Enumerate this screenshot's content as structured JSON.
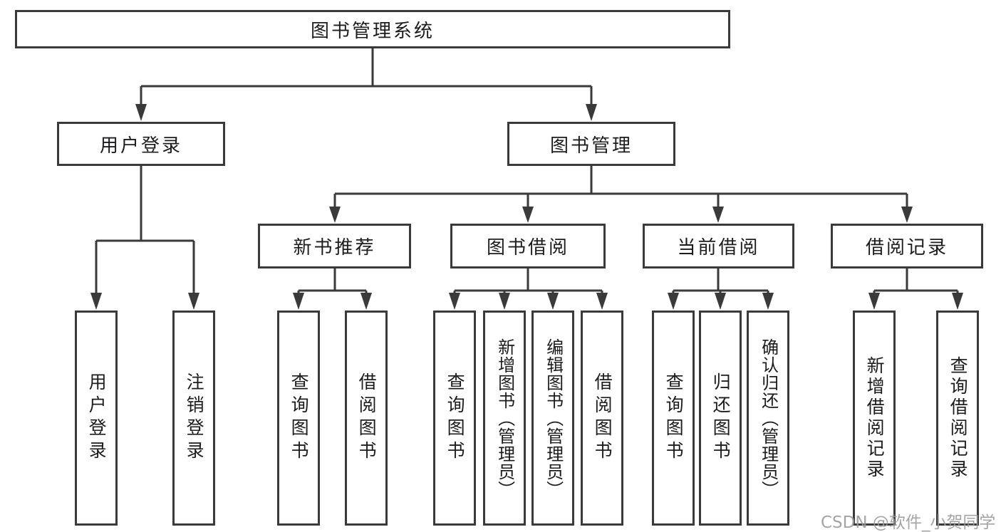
{
  "diagram": {
    "root": "图书管理系统",
    "level2": [
      "用户登录",
      "图书管理"
    ],
    "level3": [
      "新书推荐",
      "图书借阅",
      "当前借阅",
      "借阅记录"
    ],
    "leaves": {
      "user_login": [
        "用户登录",
        "注销登录"
      ],
      "new_book": [
        "查询图书",
        "借阅图书"
      ],
      "book_borrow": [
        "查询图书",
        "新增图书（管理员）",
        "编辑图书（管理员）",
        "借阅图书"
      ],
      "current_borrow": [
        "查询图书",
        "归还图书",
        "确认归还（管理员）"
      ],
      "borrow_record": [
        "新增借阅记录",
        "查询借阅记录"
      ]
    },
    "structure_note": "root→level2; 图书管理→level3; each level3 node→its leaf group",
    "colors": {
      "line": "#3a3a3a",
      "box_border": "#3a3a3a",
      "background": "#ffffff",
      "text": "#1c1c1e",
      "watermark": "#9b9b9b"
    }
  },
  "watermark": {
    "text": "CSDN @软件_小贺同学"
  }
}
